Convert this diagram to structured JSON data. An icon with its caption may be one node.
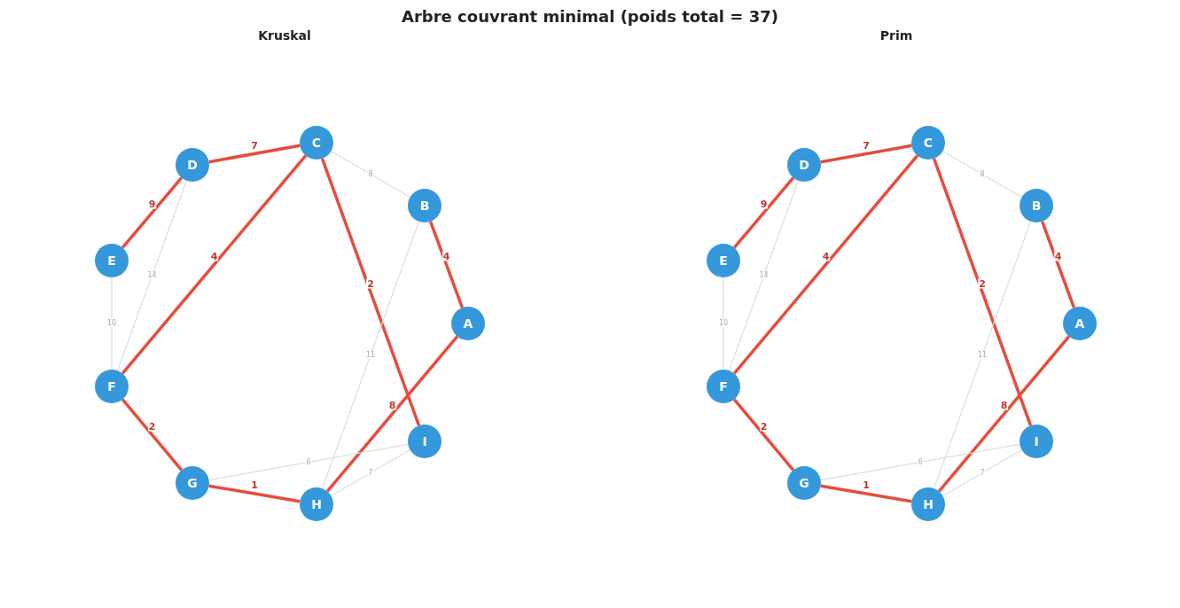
{
  "diagram": {
    "title": "Arbre couvrant minimal (poids total = 37)",
    "nodes": [
      {
        "text": [
          "A"
        ]
      },
      {
        "text": [
          "B"
        ]
      },
      {
        "text": [
          "C"
        ]
      },
      {
        "text": [
          "D"
        ]
      },
      {
        "text": [
          "E"
        ]
      },
      {
        "text": [
          "F"
        ]
      },
      {
        "text": [
          "G"
        ]
      },
      {
        "text": [
          "H"
        ]
      },
      {
        "text": [
          "I"
        ]
      },
      {
        "text": [
          "A"
        ]
      },
      {
        "text": [
          "B"
        ]
      },
      {
        "text": [
          "C"
        ]
      },
      {
        "text": [
          "D"
        ]
      },
      {
        "text": [
          "E"
        ]
      },
      {
        "text": [
          "F"
        ]
      },
      {
        "text": [
          "G"
        ]
      },
      {
        "text": [
          "H"
        ]
      },
      {
        "text": [
          "I"
        ]
      }
    ],
    "edges": [
      {
        "from": 0,
        "to": 1,
        "arrow": "none",
        "label": "4"
      },
      {
        "from": 2,
        "to": 3,
        "arrow": "none",
        "label": "7"
      },
      {
        "from": 3,
        "to": 4,
        "arrow": "none",
        "label": "9"
      },
      {
        "from": 2,
        "to": 5,
        "arrow": "none",
        "label": "4"
      },
      {
        "from": 2,
        "to": 8,
        "arrow": "none",
        "label": "2"
      },
      {
        "from": 0,
        "to": 7,
        "arrow": "none",
        "label": "8"
      },
      {
        "from": 5,
        "to": 6,
        "arrow": "none",
        "label": "2"
      },
      {
        "from": 6,
        "to": 7,
        "arrow": "none",
        "label": "1"
      },
      {
        "from": 1,
        "to": 2,
        "arrow": "none",
        "label": "8",
        "color": "#dddddd"
      },
      {
        "from": 3,
        "to": 5,
        "arrow": "none",
        "label": "14",
        "color": "#dddddd"
      },
      {
        "from": 4,
        "to": 5,
        "arrow": "none",
        "label": "10",
        "color": "#dddddd"
      },
      {
        "from": 1,
        "to": 7,
        "arrow": "none",
        "label": "11",
        "color": "#dddddd"
      },
      {
        "from": 6,
        "to": 8,
        "arrow": "none",
        "label": "6",
        "color": "#dddddd"
      },
      {
        "from": 7,
        "to": 8,
        "arrow": "none",
        "label": "7",
        "color": "#dddddd"
      },
      {
        "from": 9,
        "to": 10,
        "arrow": "none",
        "label": "4"
      },
      {
        "from": 11,
        "to": 12,
        "arrow": "none",
        "label": "7"
      },
      {
        "from": 12,
        "to": 13,
        "arrow": "none",
        "label": "9"
      },
      {
        "from": 11,
        "to": 14,
        "arrow": "none",
        "label": "4"
      },
      {
        "from": 11,
        "to": 17,
        "arrow": "none",
        "label": "2"
      },
      {
        "from": 9,
        "to": 16,
        "arrow": "none",
        "label": "8"
      },
      {
        "from": 14,
        "to": 15,
        "arrow": "none",
        "label": "2"
      },
      {
        "from": 15,
        "to": 16,
        "arrow": "none",
        "label": "1"
      },
      {
        "from": 10,
        "to": 11,
        "arrow": "none",
        "label": "8",
        "color": "#dddddd"
      },
      {
        "from": 12,
        "to": 14,
        "arrow": "none",
        "label": "14",
        "color": "#dddddd"
      },
      {
        "from": 13,
        "to": 14,
        "arrow": "none",
        "label": "10",
        "color": "#dddddd"
      },
      {
        "from": 10,
        "to": 16,
        "arrow": "none",
        "label": "11",
        "color": "#dddddd"
      },
      {
        "from": 15,
        "to": 17,
        "arrow": "none",
        "label": "6",
        "color": "#dddddd"
      },
      {
        "from": 16,
        "to": 17,
        "arrow": "none",
        "label": "7",
        "color": "#dddddd"
      }
    ],
    "labels": [
      "Kruskal",
      "Prim"
    ]
  }
}
